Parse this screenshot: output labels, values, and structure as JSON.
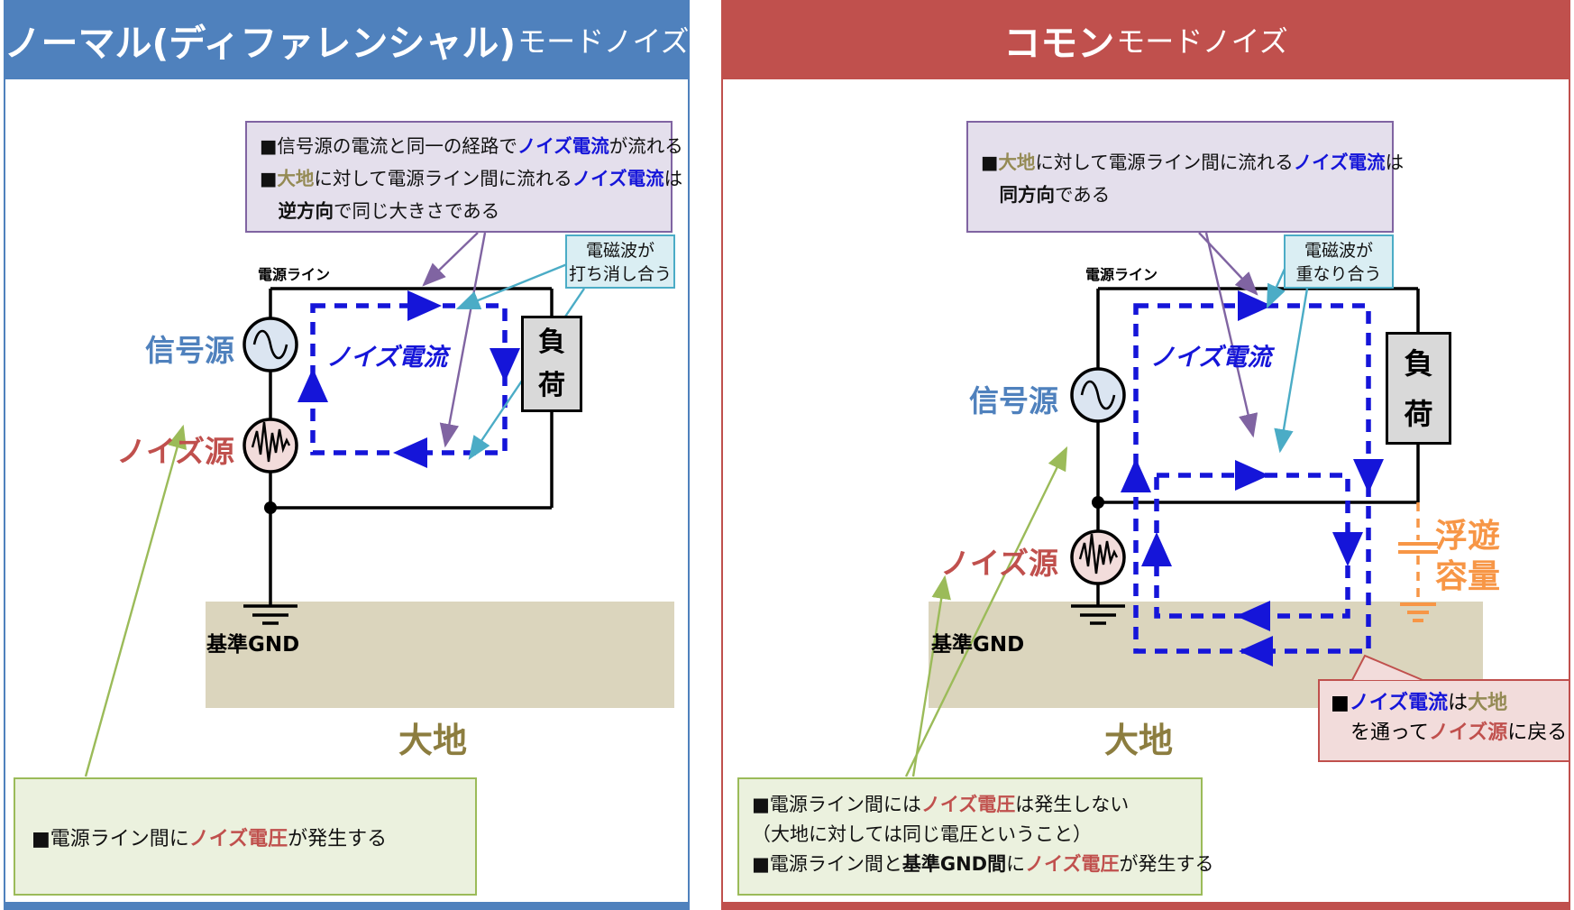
{
  "palette": {
    "header_blue": "#4f81bd",
    "header_red": "#c0504d",
    "noise_blue": "#1515d9",
    "olive": "#948a54",
    "earth_tan": "#dbd5bd",
    "earth_text": "#8c7d3f",
    "note_bg": "#e4dfec",
    "note_border": "#8064a2",
    "cyan_bg": "#daeef3",
    "cyan_border": "#4bacc6",
    "green_bg": "#ebf1de",
    "green_border": "#9bbb59",
    "orange": "#f79646",
    "pink_bg": "#f2dcdb",
    "load_gray": "#d9d9d9",
    "signal_fill": "#dbe5f1"
  },
  "left": {
    "header": {
      "main": "ノーマル(ディファレンシャル)",
      "sub": "モードノイズ"
    },
    "note": {
      "lines": [
        [
          {
            "t": "■信号源の電流と同一の経路で"
          },
          {
            "t": "ノイズ電流",
            "s": "blue"
          },
          {
            "t": "が流れる"
          }
        ],
        [
          {
            "t": "■"
          },
          {
            "t": "大地",
            "s": "olive"
          },
          {
            "t": "に対して電源ライン間に流れる"
          },
          {
            "t": "ノイズ電流",
            "s": "blue"
          },
          {
            "t": "は"
          }
        ],
        [
          {
            "t": "　"
          },
          {
            "t": "逆方向",
            "s": "b"
          },
          {
            "t": "で同じ大きさである"
          }
        ]
      ]
    },
    "emc_callout": {
      "line1": "電磁波が",
      "line2": "打ち消し合う"
    },
    "circuit": {
      "power_line": "電源ライン",
      "signal_source": "信号源",
      "noise_source": "ノイズ源",
      "noise_current": "ノイズ電流",
      "load": "負荷",
      "reference_gnd": "基準GND",
      "earth": "大地"
    },
    "bottom_box": {
      "lines": [
        [
          {
            "t": "■電源ライン間に"
          },
          {
            "t": "ノイズ電圧",
            "s": "red"
          },
          {
            "t": "が発生する"
          }
        ]
      ]
    }
  },
  "right": {
    "header": {
      "main": "コモン",
      "sub": "モードノイズ"
    },
    "note": {
      "lines": [
        [
          {
            "t": "■"
          },
          {
            "t": "大地",
            "s": "olive"
          },
          {
            "t": "に対して電源ライン間に流れる"
          },
          {
            "t": "ノイズ電流",
            "s": "blue"
          },
          {
            "t": "は"
          }
        ],
        [
          {
            "t": "　"
          },
          {
            "t": "同方向",
            "s": "b"
          },
          {
            "t": "である"
          }
        ]
      ]
    },
    "emc_callout": {
      "line1": "電磁波が",
      "line2": "重なり合う"
    },
    "circuit": {
      "power_line": "電源ライン",
      "signal_source": "信号源",
      "noise_source": "ノイズ源",
      "noise_current": "ノイズ電流",
      "load": "負荷",
      "reference_gnd": "基準GND",
      "earth": "大地",
      "stray_capacitance_line1": "浮遊",
      "stray_capacitance_line2": "容量"
    },
    "return_callout": {
      "lines": [
        [
          {
            "t": "■"
          },
          {
            "t": "ノイズ電流",
            "s": "blue"
          },
          {
            "t": "は"
          },
          {
            "t": "大地",
            "s": "olive"
          }
        ],
        [
          {
            "t": "　を通って"
          },
          {
            "t": "ノイズ源",
            "s": "red"
          },
          {
            "t": "に戻る"
          }
        ]
      ]
    },
    "bottom_box": {
      "lines": [
        [
          {
            "t": "■電源ライン間には"
          },
          {
            "t": "ノイズ電圧",
            "s": "red"
          },
          {
            "t": "は発生しない"
          }
        ],
        [
          {
            "t": "（大地に対しては同じ電圧ということ）"
          }
        ],
        [
          {
            "t": "■電源ライン間と"
          },
          {
            "t": "基準GND間",
            "s": "b"
          },
          {
            "t": "に"
          },
          {
            "t": "ノイズ電圧",
            "s": "red"
          },
          {
            "t": "が発生する"
          }
        ]
      ]
    }
  }
}
